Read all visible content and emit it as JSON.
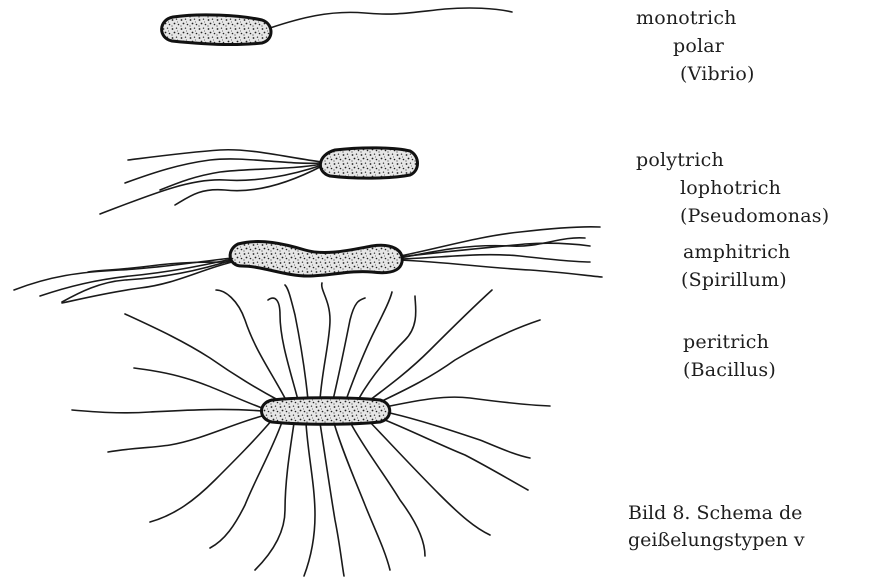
{
  "labels": {
    "monotrich": "monotrich",
    "polar": "polar",
    "vibrio": "(Vibrio)",
    "polytrich": "polytrich",
    "lophotrich": "lophotrich",
    "pseudomonas": "(Pseudomonas)",
    "amphitrich": "amphitrich",
    "spirillum": "(Spirillum)",
    "peritrich": "peritrich",
    "bacillus": "(Bacillus)"
  },
  "caption": {
    "line1": "Bild 8. Schema de",
    "line2": "geißelungstypen v"
  }
}
